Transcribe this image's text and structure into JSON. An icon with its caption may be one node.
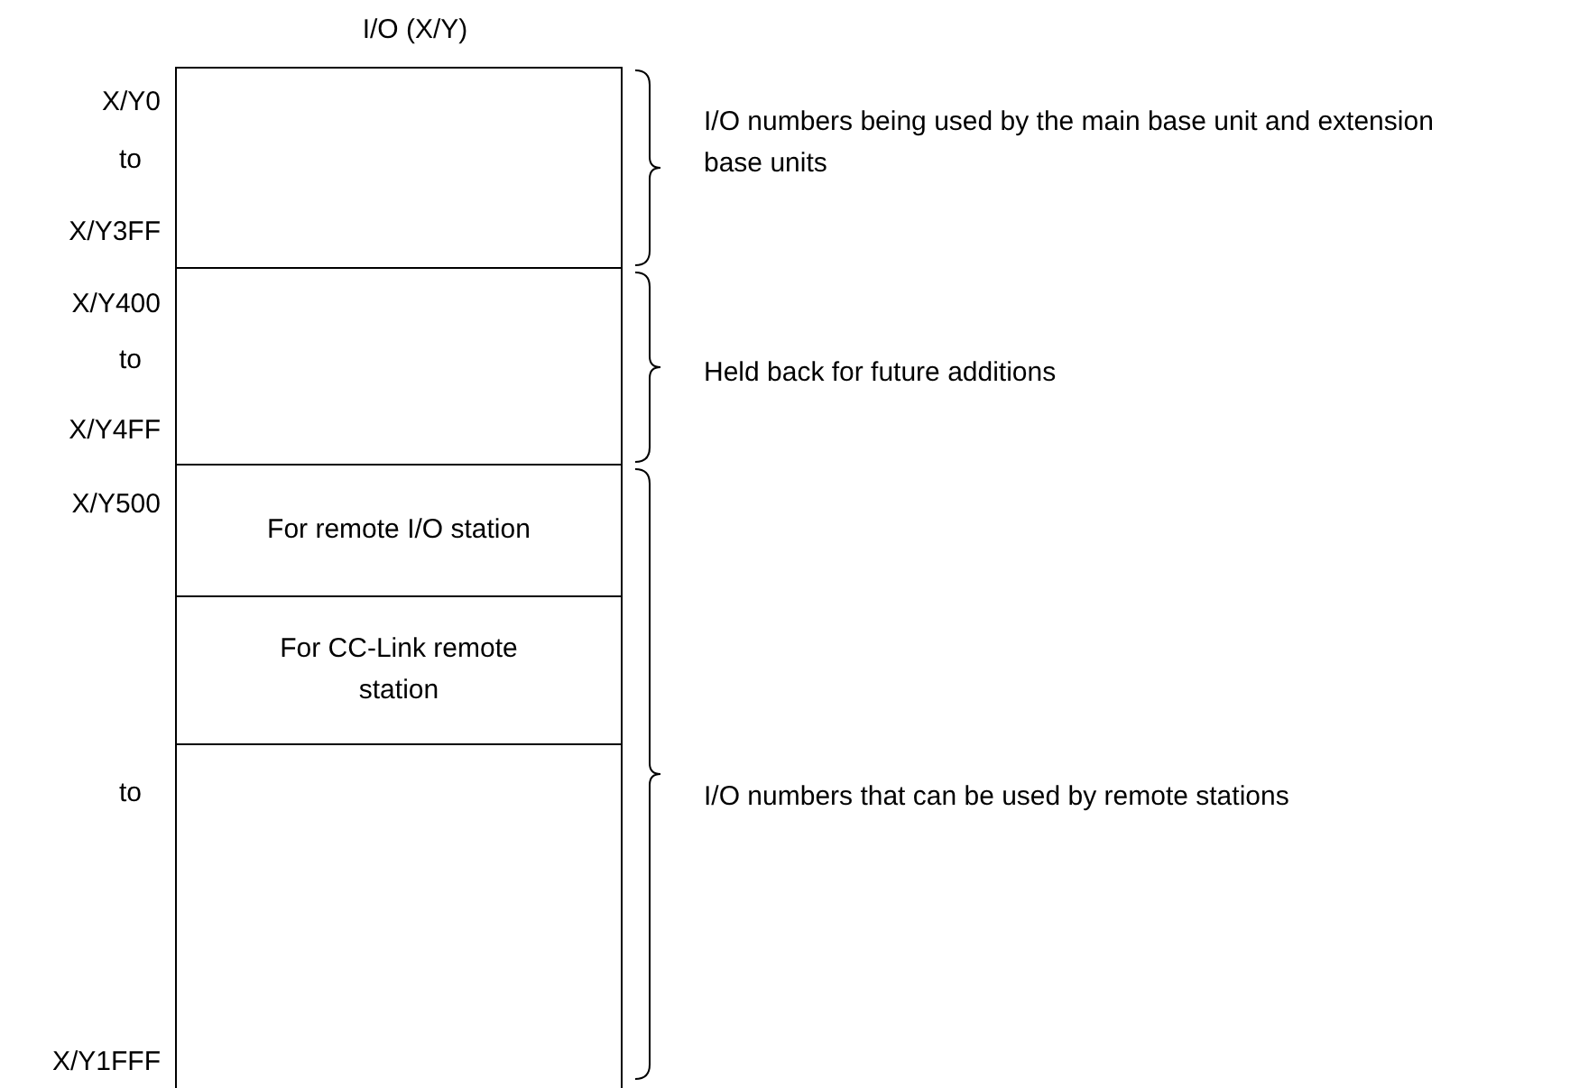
{
  "diagram": {
    "nodes": [
      {
        "text": [],
        "shape": "box"
      },
      {
        "text": [],
        "shape": "box"
      },
      {
        "text": [
          "For remote I/O station"
        ]
      },
      {
        "text": [
          "For CC-Link remote station"
        ]
      },
      {
        "text": [],
        "shape": "box"
      }
    ],
    "labels": [
      "I/O (X/Y)",
      "X/Y0",
      "to",
      "X/Y3FF",
      "I/O numbers being used by the main base unit and extension base units",
      "X/Y400",
      "to",
      "X/Y4FF",
      "Held back for future additions",
      "X/Y500",
      "to",
      "I/O numbers that can be used by remote stations",
      "X/Y1FFF"
    ]
  }
}
